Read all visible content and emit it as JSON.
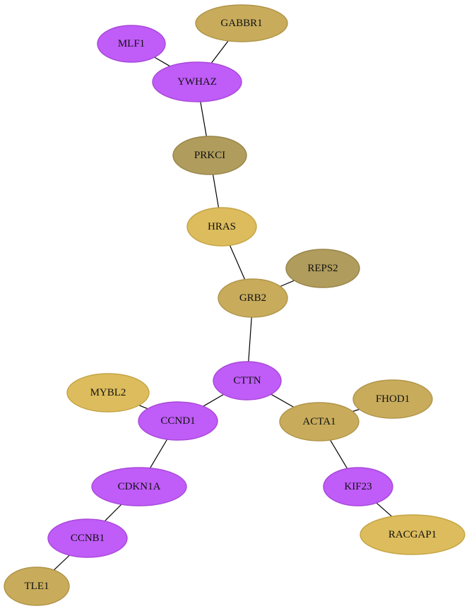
{
  "palette": {
    "purple": {
      "fill": "#c05cf8",
      "stroke": "#a848d8"
    },
    "gold_tan": {
      "fill": "#c8ac5c",
      "stroke": "#b09448"
    },
    "gold_yellow": {
      "fill": "#dcbc5c",
      "stroke": "#c4a444"
    },
    "gold_dark": {
      "fill": "#b09c5c",
      "stroke": "#988448"
    }
  },
  "nodes": [
    {
      "id": "GABBR1",
      "label": "GABBR1",
      "color": "gold_tan"
    },
    {
      "id": "MLF1",
      "label": "MLF1",
      "color": "purple"
    },
    {
      "id": "YWHAZ",
      "label": "YWHAZ",
      "color": "purple"
    },
    {
      "id": "PRKCI",
      "label": "PRKCI",
      "color": "gold_dark"
    },
    {
      "id": "HRAS",
      "label": "HRAS",
      "color": "gold_yellow"
    },
    {
      "id": "REPS2",
      "label": "REPS2",
      "color": "gold_dark"
    },
    {
      "id": "GRB2",
      "label": "GRB2",
      "color": "gold_tan"
    },
    {
      "id": "CTTN",
      "label": "CTTN",
      "color": "purple"
    },
    {
      "id": "MYBL2",
      "label": "MYBL2",
      "color": "gold_yellow"
    },
    {
      "id": "FHOD1",
      "label": "FHOD1",
      "color": "gold_tan"
    },
    {
      "id": "CCND1",
      "label": "CCND1",
      "color": "purple"
    },
    {
      "id": "ACTA1",
      "label": "ACTA1",
      "color": "gold_tan"
    },
    {
      "id": "CDKN1A",
      "label": "CDKN1A",
      "color": "purple"
    },
    {
      "id": "KIF23",
      "label": "KIF23",
      "color": "purple"
    },
    {
      "id": "CCNB1",
      "label": "CCNB1",
      "color": "purple"
    },
    {
      "id": "RACGAP1",
      "label": "RACGAP1",
      "color": "gold_yellow"
    },
    {
      "id": "TLE1",
      "label": "TLE1",
      "color": "gold_tan"
    }
  ],
  "edges": [
    {
      "source": "GABBR1",
      "target": "YWHAZ"
    },
    {
      "source": "MLF1",
      "target": "YWHAZ"
    },
    {
      "source": "YWHAZ",
      "target": "PRKCI"
    },
    {
      "source": "PRKCI",
      "target": "HRAS"
    },
    {
      "source": "HRAS",
      "target": "GRB2"
    },
    {
      "source": "REPS2",
      "target": "GRB2"
    },
    {
      "source": "GRB2",
      "target": "CTTN"
    },
    {
      "source": "CTTN",
      "target": "CCND1"
    },
    {
      "source": "CTTN",
      "target": "ACTA1"
    },
    {
      "source": "MYBL2",
      "target": "CCND1"
    },
    {
      "source": "FHOD1",
      "target": "ACTA1"
    },
    {
      "source": "CCND1",
      "target": "CDKN1A"
    },
    {
      "source": "ACTA1",
      "target": "KIF23"
    },
    {
      "source": "CDKN1A",
      "target": "CCNB1"
    },
    {
      "source": "KIF23",
      "target": "RACGAP1"
    },
    {
      "source": "CCNB1",
      "target": "TLE1"
    }
  ]
}
